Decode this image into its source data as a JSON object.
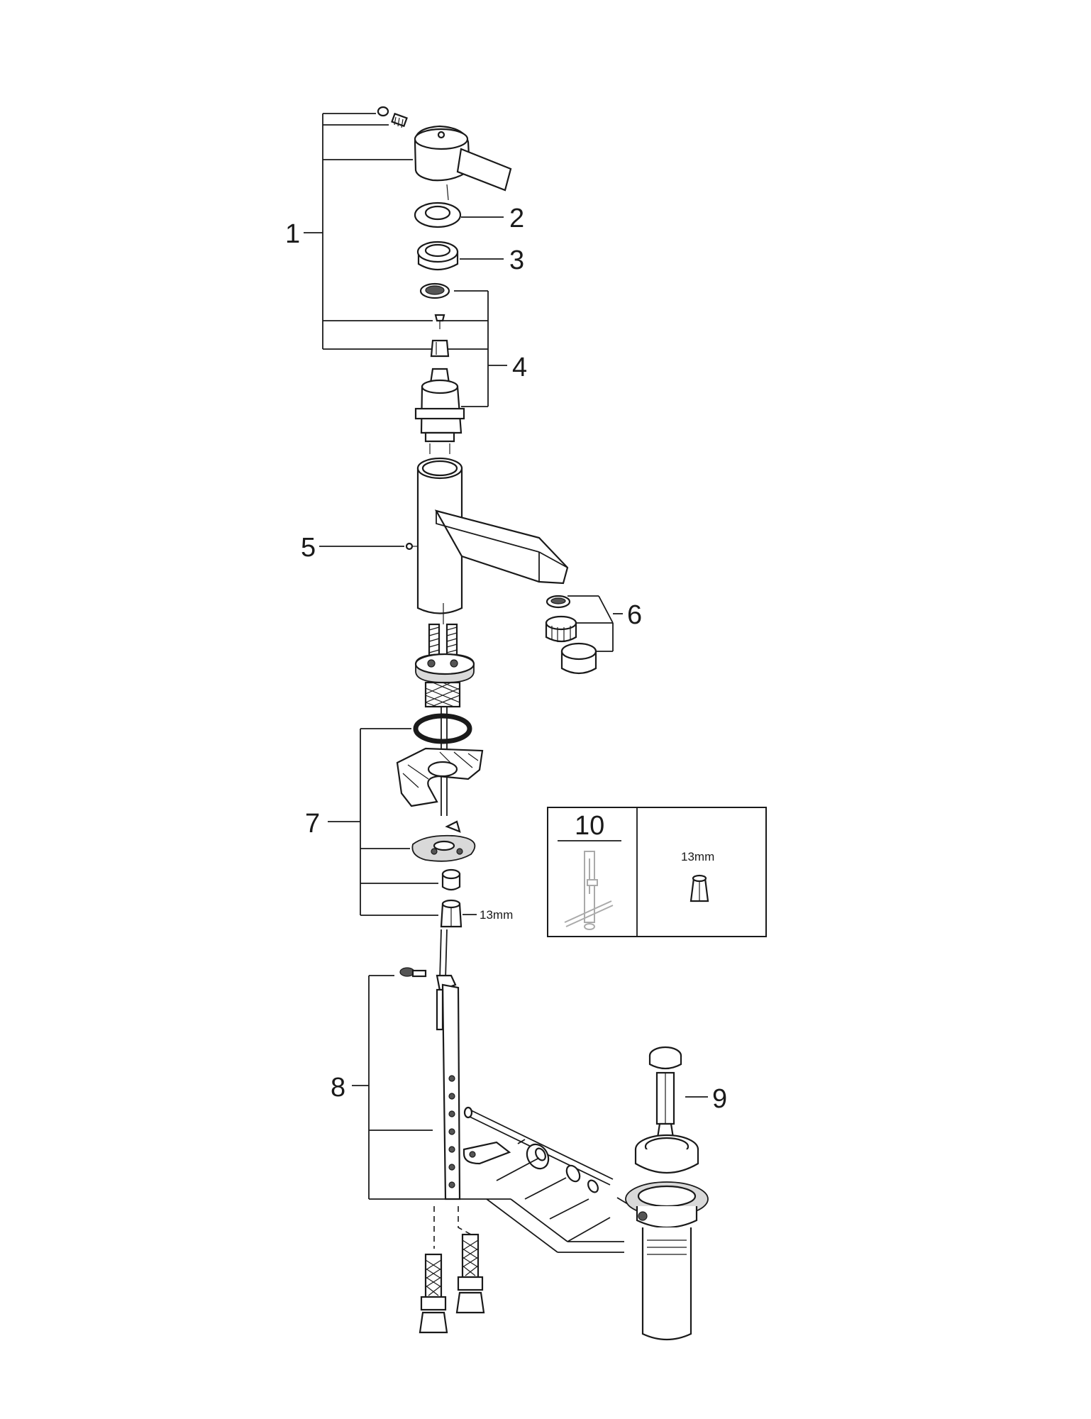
{
  "callouts": {
    "c1": "1",
    "c2": "2",
    "c3": "3",
    "c4": "4",
    "c5": "5",
    "c6": "6",
    "c7": "7",
    "c8": "8",
    "c9": "9",
    "c10": "10"
  },
  "labels": {
    "wrench_size_main": "13mm",
    "wrench_size_box": "13mm"
  }
}
